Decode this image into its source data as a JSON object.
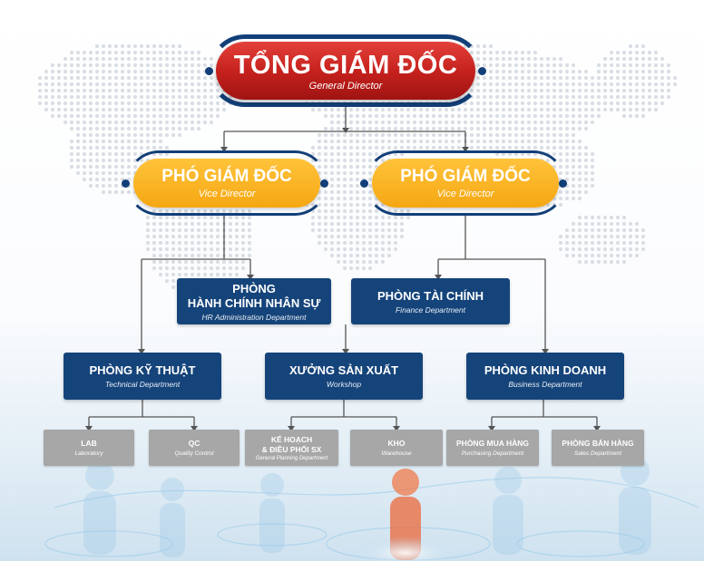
{
  "general_director": {
    "title": "TỔNG GIÁM ĐỐC",
    "subtitle": "General Director"
  },
  "vice_directors": [
    {
      "title": "PHÓ GIÁM ĐỐC",
      "subtitle": "Vice Director"
    },
    {
      "title": "PHÓ GIÁM ĐỐC",
      "subtitle": "Vice Director"
    }
  ],
  "departments": {
    "hr": {
      "title_line1": "PHÒNG",
      "title_line2": "HÀNH CHÍNH NHÂN SỰ",
      "subtitle": "HR Administration Department"
    },
    "finance": {
      "title": "PHÒNG TÀI CHÍNH",
      "subtitle": "Finance Department"
    },
    "technical": {
      "title": "PHÒNG KỸ THUẬT",
      "subtitle": "Technical Department"
    },
    "workshop": {
      "title": "XƯỞNG SẢN XUẤT",
      "subtitle": "Workshop"
    },
    "business": {
      "title": "PHÒNG KINH DOANH",
      "subtitle": "Business Department"
    }
  },
  "sub_units": {
    "lab": {
      "title": "LAB",
      "subtitle": "Laboratory"
    },
    "qc": {
      "title": "QC",
      "subtitle": "Quality Control"
    },
    "planning": {
      "title_line1": "KẾ HOẠCH",
      "title_line2": "& ĐIỀU PHỐI SX",
      "subtitle": "General Planning Department"
    },
    "warehouse": {
      "title": "KHO",
      "subtitle": "Warehouse"
    },
    "purchasing": {
      "title": "PHÒNG MUA HÀNG",
      "subtitle": "Purchasing Department"
    },
    "sales": {
      "title": "PHÒNG BÁN HÀNG",
      "subtitle": "Sales Department"
    }
  },
  "colors": {
    "general_director": "#c3201c",
    "vice_director": "#f5a712",
    "department": "#15447a",
    "sub_unit": "#a7a7a7",
    "ring": "#123f78",
    "connector": "#555555"
  }
}
